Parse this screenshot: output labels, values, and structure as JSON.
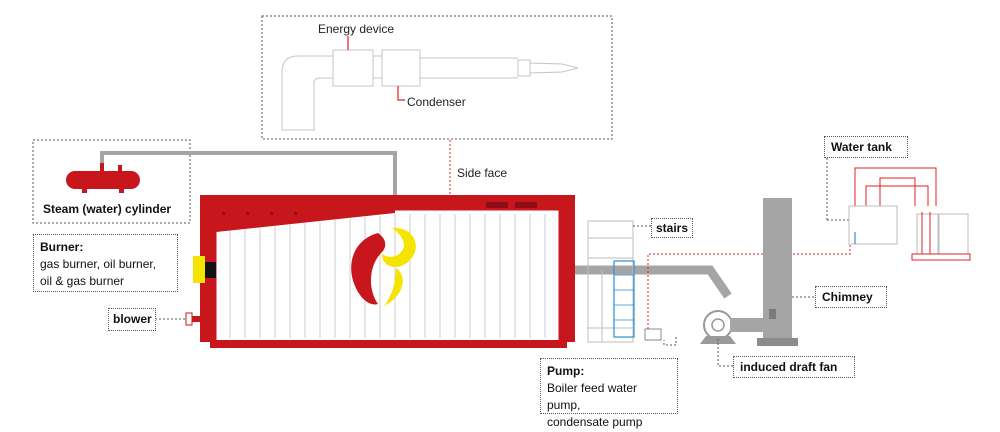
{
  "labels": {
    "energy_device": "Energy device",
    "condenser": "Condenser",
    "side_face": "Side face",
    "steam_cylinder": "Steam (water) cylinder",
    "burner_title": "Burner:",
    "burner_lines": [
      "gas burner, oil burner,",
      "oil & gas burner"
    ],
    "blower": "blower",
    "stairs": "stairs",
    "pump_title": "Pump:",
    "pump_lines": [
      "Boiler feed water pump,",
      "condensate pump"
    ],
    "induced_draft_fan": "induced draft fan",
    "chimney": "Chimney",
    "water_tank": "Water tank"
  },
  "colors": {
    "boiler_red": "#c8161d",
    "burner_yellow": "#f5e400",
    "pipe_gray": "#a5a5a5",
    "chimney_gray": "#9a9a9a",
    "line_gray": "#bdbdbd",
    "accent_red": "#e02020"
  }
}
